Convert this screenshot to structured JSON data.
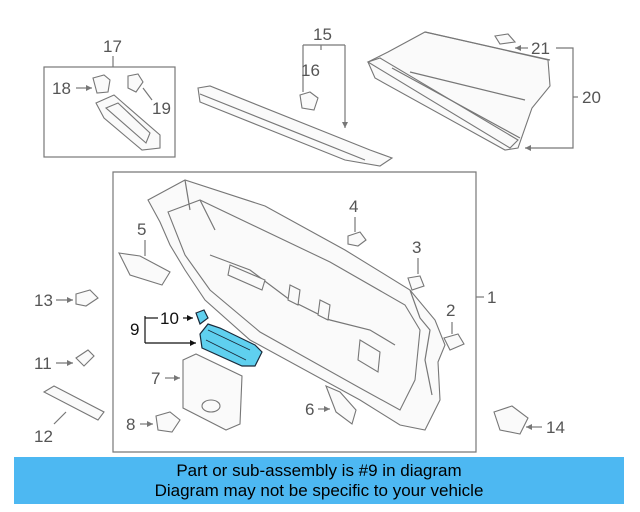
{
  "diagram": {
    "callouts": {
      "c1": "1",
      "c2": "2",
      "c3": "3",
      "c4": "4",
      "c5": "5",
      "c6": "6",
      "c7": "7",
      "c8": "8",
      "c9": "9",
      "c10": "10",
      "c11": "11",
      "c12": "12",
      "c13": "13",
      "c14": "14",
      "c15": "15",
      "c16": "16",
      "c17": "17",
      "c18": "18",
      "c19": "19",
      "c20": "20",
      "c21": "21"
    },
    "highlight_color": "#5fd0ef",
    "highlighted_part": "9"
  },
  "banner": {
    "line1": "Part or sub-assembly is #9 in diagram",
    "line2": "Diagram may not be specific to your vehicle",
    "background": "#4db8f2"
  }
}
